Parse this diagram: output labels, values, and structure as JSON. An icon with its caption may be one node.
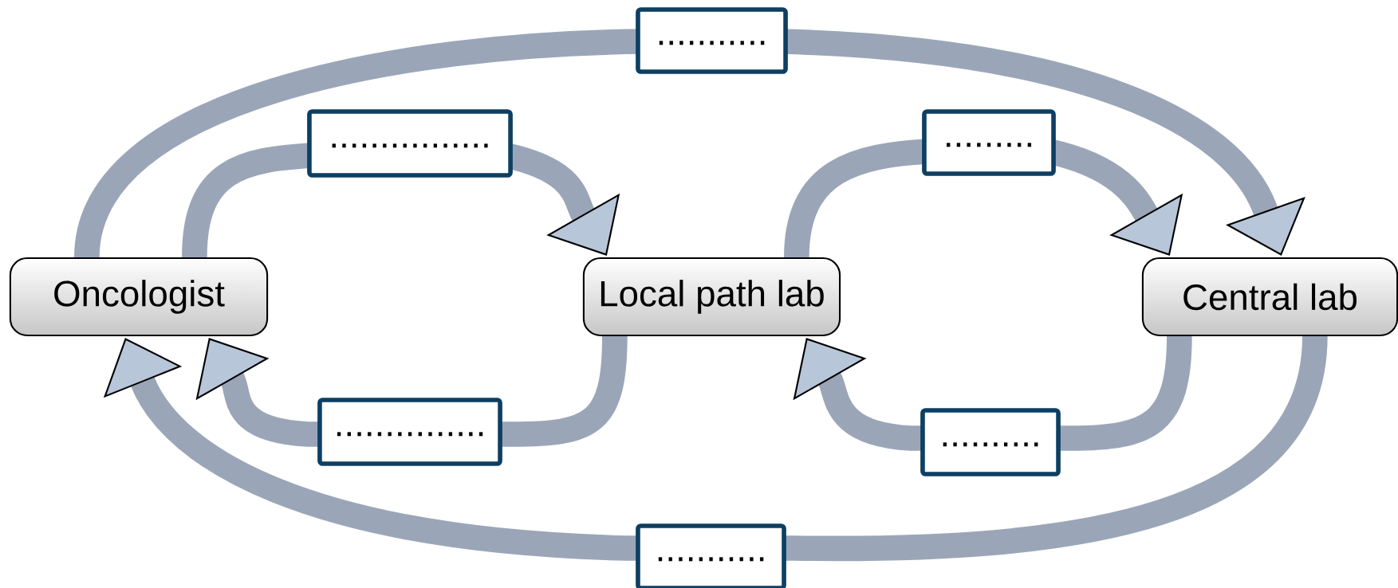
{
  "diagram": {
    "nodes": [
      {
        "text": [
          "Oncologist"
        ]
      },
      {
        "text": [
          "Local path lab"
        ]
      },
      {
        "text": [
          "Central lab"
        ]
      }
    ],
    "edges": [
      {
        "from": 0,
        "to": 2,
        "arrow": "to",
        "label": "..........."
      },
      {
        "from": 0,
        "to": 1,
        "arrow": "to",
        "label": "................"
      },
      {
        "from": 1,
        "to": 2,
        "arrow": "to",
        "label": "........."
      },
      {
        "from": 1,
        "to": 0,
        "arrow": "to",
        "label": "..............."
      },
      {
        "from": 2,
        "to": 1,
        "arrow": "to",
        "label": ".........."
      },
      {
        "from": 2,
        "to": 0,
        "arrow": "to",
        "label": "..........."
      }
    ]
  }
}
